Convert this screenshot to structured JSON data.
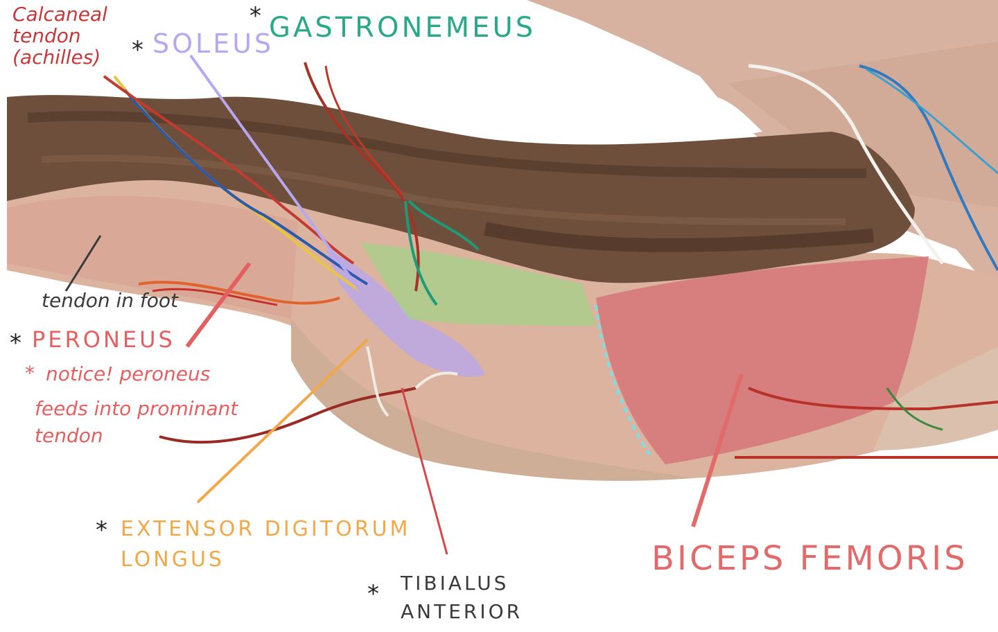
{
  "colors": {
    "calcaneal": "#c43a3a",
    "soleus": "#b7a7f0",
    "gastrocnemius": "#2aa88a",
    "tendon_foot": "#3a3a3a",
    "peroneus": "#e46060",
    "extensor": "#f0a848",
    "tibialis": "#3a3a3a",
    "tibialis_line": "#d24848",
    "biceps": "#e26a6a",
    "asterisk": "#222222"
  },
  "labels": {
    "calcaneal_line1": "Calcaneal",
    "calcaneal_line2": "tendon",
    "calcaneal_line3": "(achilles)",
    "soleus": "SOLEUS",
    "gastrocnemius": "GASTRONEMEUS",
    "tendon_foot": "tendon in foot",
    "peroneus": "PERONEUS",
    "peroneus_note1": "notice! peroneus",
    "peroneus_note2": "feeds into prominant",
    "peroneus_note3": "tendon",
    "extensor_line1": "EXTENSOR DIGITORUM",
    "extensor_line2": "LONGUS",
    "tibialis_line1": "TIBIALUS",
    "tibialis_line2": "ANTERIOR",
    "biceps": "BICEPS FEMORIS",
    "star": "*"
  }
}
